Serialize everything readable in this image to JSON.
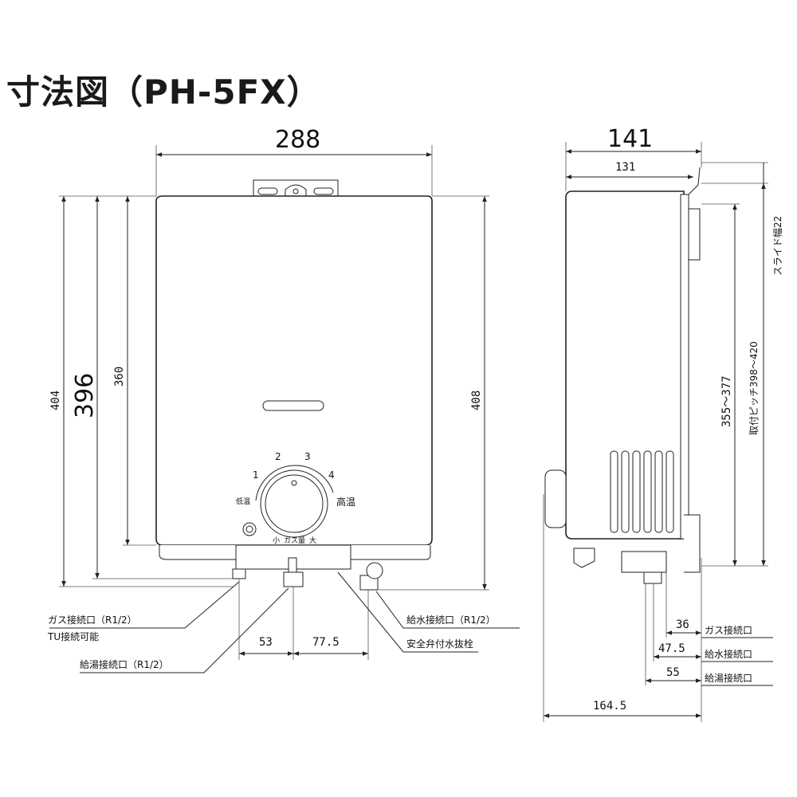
{
  "title": "寸法図（PH-5FX）",
  "front": {
    "width_total": "288",
    "height_total": "396",
    "height_404": "404",
    "height_360": "360",
    "height_408": "408",
    "dial_numbers": [
      "1",
      "2",
      "3",
      "4"
    ],
    "dial_low": "低温",
    "dial_high": "高温",
    "gas_small": "小",
    "gas_label": "ガス量",
    "gas_large": "大",
    "dim_53": "53",
    "dim_77_5": "77.5",
    "label_gas_connection": "ガス接続口（R1/2）",
    "label_tu": "TU接続可能",
    "label_hot_water": "給湯接続口（R1/2）",
    "label_water_supply": "給水接続口（R1/2）",
    "label_safety_valve": "安全弁付水抜栓"
  },
  "side": {
    "depth_total": "141",
    "depth_131": "131",
    "slide_width": "スライド幅22",
    "pitch_range": "355～377",
    "mount_pitch": "取付ピッチ398～420",
    "dim_36": "36",
    "dim_47_5": "47.5",
    "dim_55": "55",
    "dim_164_5": "164.5",
    "label_gas": "ガス接続口",
    "label_water": "給水接続口",
    "label_hot": "給湯接続口"
  }
}
